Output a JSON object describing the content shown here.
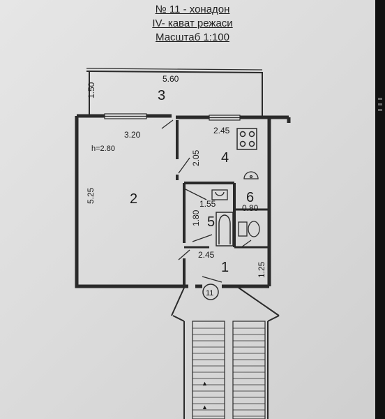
{
  "header": {
    "line1": "№ 11 - хонадон",
    "line2": "IV- кават режаси",
    "line3": "Масштаб 1:100"
  },
  "plan": {
    "apartment_number": "11",
    "ceiling_height": "h=2.80",
    "rooms": [
      {
        "id": "3",
        "dims": [
          "5.60",
          "1.50"
        ]
      },
      {
        "id": "2",
        "dims": [
          "3.20",
          "5.25"
        ]
      },
      {
        "id": "4",
        "dims": [
          "2.45",
          "2.05"
        ]
      },
      {
        "id": "5",
        "dims": [
          "1.55",
          "1.80"
        ]
      },
      {
        "id": "6",
        "dims": [
          "0.80"
        ]
      },
      {
        "id": "1",
        "dims": [
          "2.45",
          "1.25"
        ]
      }
    ]
  }
}
